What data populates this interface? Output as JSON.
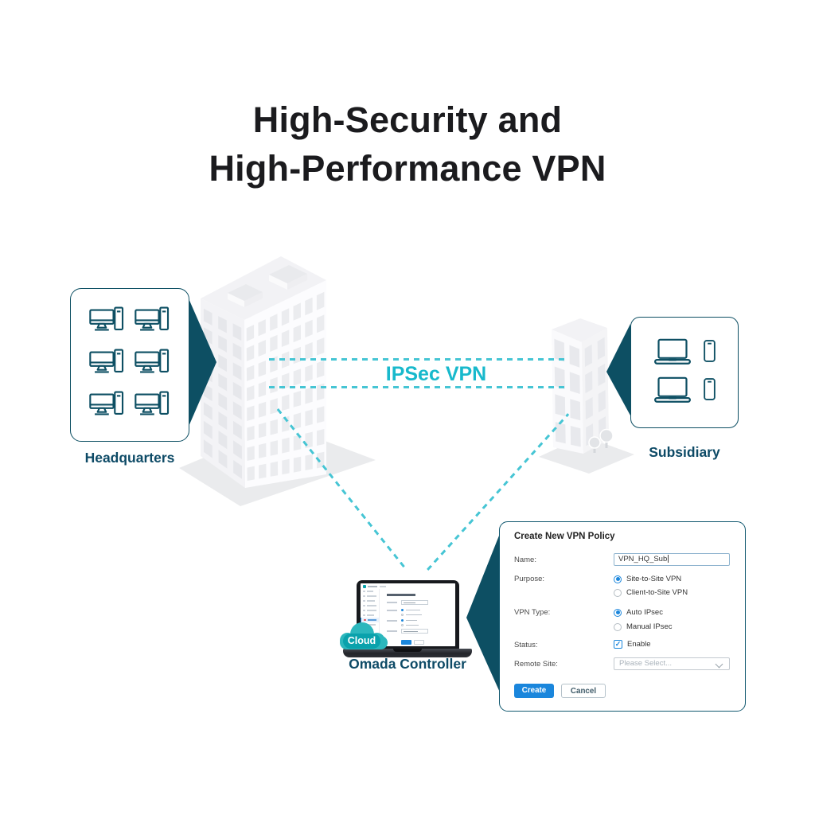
{
  "page_title": {
    "line1": "High-Security and",
    "line2": "High-Performance VPN"
  },
  "diagram": {
    "headquarters_label": "Headquarters",
    "subsidiary_label": "Subsidiary",
    "link_label": "IPSec VPN",
    "controller_label": "Omada Controller",
    "cloud_badge": "Cloud"
  },
  "vpn_dialog": {
    "title": "Create New VPN Policy",
    "name_label": "Name:",
    "name_value": "VPN_HQ_Sub",
    "purpose_label": "Purpose:",
    "purpose_options": [
      {
        "label": "Site-to-Site VPN",
        "selected": true
      },
      {
        "label": "Client-to-Site VPN",
        "selected": false
      }
    ],
    "vpn_type_label": "VPN Type:",
    "vpn_type_options": [
      {
        "label": "Auto IPsec",
        "selected": true
      },
      {
        "label": "Manual IPsec",
        "selected": false
      }
    ],
    "status_label": "Status:",
    "status_option": "Enable",
    "status_checked": true,
    "remote_site_label": "Remote Site:",
    "remote_site_placeholder": "Please Select...",
    "create_button": "Create",
    "cancel_button": "Cancel"
  },
  "colors": {
    "dark_teal": "#0d4f63",
    "teal_accent": "#18b9cc",
    "dash_teal": "#46c5d4",
    "cloud_teal": "#2cb7bd",
    "cloud_pill": "#0aa2ac",
    "blue": "#1a86dc",
    "label_navy": "#0d4a66"
  }
}
